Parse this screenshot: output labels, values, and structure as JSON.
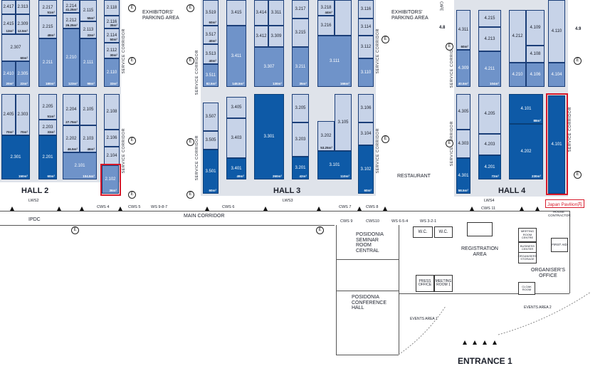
{
  "halls": {
    "hall2": "HALL 2",
    "hall3": "HALL 3",
    "hall4": "HALL 4"
  },
  "labels": {
    "parking_left": "EXHIBITORS' PARKING AREA",
    "parking_right": "EXHIBITORS' PARKING AREA",
    "service_corridor": "SERVICE CORRIDOR",
    "main_corridor": "MAIN CORRIDOR",
    "ipdc": "IPDC",
    "restaurant": "RESTAURANT",
    "seminar_room": "POSIDONIA SEMINAR ROOM CENTRAL",
    "conference_hall": "POSIDONIA CONFERENCE HALL",
    "registration": "REGISTRATION AREA",
    "organisers_office": "ORGANISER'S OFFICE",
    "press_office": "PRESS OFFICE",
    "meeting_room": "MEETING ROOM 1",
    "events_area_1": "EVENTS AREA 1",
    "events_area_2": "EVENTS AREA 2",
    "entrance": "ENTRANCE 1",
    "wc": "W.C.",
    "first_aid": "FIRST AID",
    "house_contractor": "HOUSE CONTRACTOR",
    "meeting_room_center": "MEETING ROOM CENTRE",
    "business_center": "BUSINESS CENTER",
    "organisers_storage": "ORGANISERS STORAGE",
    "cloak_room": "CLOAK ROOM",
    "cafe": "CAFE",
    "emergency": "E",
    "door_48": "4.8",
    "door_49": "4.9"
  },
  "cws": [
    "CWS 4",
    "CWS 5",
    "WS 9-8-7",
    "CWS 6",
    "LWS2",
    "LWS3",
    "CWS 7",
    "CWS 8",
    "CWS 9",
    "CWS10",
    "WS 6-5-4",
    "WS 3-2-1",
    "LWS4",
    "CWS 11"
  ],
  "annotation": {
    "text": "Japan Pavilion内"
  },
  "booths": [
    {
      "id": "2.417",
      "area": ""
    },
    {
      "id": "2.313",
      "area": ""
    },
    {
      "id": "2.415",
      "area": "13m²"
    },
    {
      "id": "2.309",
      "area": "12.5m²"
    },
    {
      "id": "2.307",
      "area": "60m²"
    },
    {
      "id": "2.410",
      "area": "20m²"
    },
    {
      "id": "2.305",
      "area": "22m²"
    },
    {
      "id": "2.217",
      "area": "51m²"
    },
    {
      "id": "2.215",
      "area": "48m²"
    },
    {
      "id": "2.211",
      "area": "180m²"
    },
    {
      "id": "2.214",
      "area": "41.25m²"
    },
    {
      "id": "2.212",
      "area": "26.25m²"
    },
    {
      "id": "2.210",
      "area": "123m²"
    },
    {
      "id": "2.115",
      "area": "55m²"
    },
    {
      "id": "2.113",
      "area": "33m²"
    },
    {
      "id": "2.111",
      "area": "98m²"
    },
    {
      "id": "2.118",
      "area": ""
    },
    {
      "id": "2.116",
      "area": "35m²"
    },
    {
      "id": "2.114",
      "area": "50m²"
    },
    {
      "id": "2.112",
      "area": "30m²"
    },
    {
      "id": "2.110",
      "area": "33m²"
    },
    {
      "id": "2.405",
      "area": "70m²"
    },
    {
      "id": "2.303",
      "area": "70m²"
    },
    {
      "id": "2.301",
      "area": "150m²"
    },
    {
      "id": "2.205",
      "area": "51m²"
    },
    {
      "id": "2.203",
      "area": "33m²"
    },
    {
      "id": "2.201",
      "area": "60m²"
    },
    {
      "id": "2.204",
      "area": "27.75m²"
    },
    {
      "id": "2.202",
      "area": "46.5m²"
    },
    {
      "id": "2.105",
      "area": ""
    },
    {
      "id": "2.103",
      "area": "46m²"
    },
    {
      "id": "2.101",
      "area": "104.5m²"
    },
    {
      "id": "2.108",
      "area": ""
    },
    {
      "id": "2.106",
      "area": ""
    },
    {
      "id": "2.104",
      "area": ""
    },
    {
      "id": "2.102",
      "area": "36m²"
    },
    {
      "id": "3.519",
      "area": "60m²"
    },
    {
      "id": "3.517",
      "area": "40m²"
    },
    {
      "id": "3.513",
      "area": "40m²"
    },
    {
      "id": "3.511",
      "area": "82.5m²"
    },
    {
      "id": "3.415",
      "area": ""
    },
    {
      "id": "3.411",
      "area": "148.5m²"
    },
    {
      "id": "3.414",
      "area": ""
    },
    {
      "id": "3.311",
      "area": ""
    },
    {
      "id": "3.412",
      "area": ""
    },
    {
      "id": "3.309",
      "area": ""
    },
    {
      "id": "3.307",
      "area": "130m²"
    },
    {
      "id": "3.217",
      "area": ""
    },
    {
      "id": "3.215",
      "area": ""
    },
    {
      "id": "3.211",
      "area": "35m²"
    },
    {
      "id": "3.218",
      "area": "44m²"
    },
    {
      "id": "3.216",
      "area": ""
    },
    {
      "id": "3.111",
      "area": "166m²"
    },
    {
      "id": "3.116",
      "area": ""
    },
    {
      "id": "3.114",
      "area": ""
    },
    {
      "id": "3.112",
      "area": ""
    },
    {
      "id": "3.110",
      "area": ""
    },
    {
      "id": "3.507",
      "area": ""
    },
    {
      "id": "3.505",
      "area": ""
    },
    {
      "id": "3.501",
      "area": "60m²"
    },
    {
      "id": "3.405",
      "area": ""
    },
    {
      "id": "3.403",
      "area": ""
    },
    {
      "id": "3.401",
      "area": "49m²"
    },
    {
      "id": "3.301",
      "area": "260m²"
    },
    {
      "id": "3.205",
      "area": ""
    },
    {
      "id": "3.203",
      "area": ""
    },
    {
      "id": "3.201",
      "area": "42m²"
    },
    {
      "id": "3.105",
      "area": ""
    },
    {
      "id": "3.202",
      "area": "53.25m²"
    },
    {
      "id": "3.101",
      "area": "110m²"
    },
    {
      "id": "3.106",
      "area": ""
    },
    {
      "id": "3.104",
      "area": ""
    },
    {
      "id": "3.102",
      "area": "60m²"
    },
    {
      "id": "4.311",
      "area": "60m²"
    },
    {
      "id": "4.309",
      "area": "40.5m²"
    },
    {
      "id": "4.215",
      "area": ""
    },
    {
      "id": "4.213",
      "area": ""
    },
    {
      "id": "4.211",
      "area": "104m²"
    },
    {
      "id": "4.212",
      "area": ""
    },
    {
      "id": "4.210",
      "area": ""
    },
    {
      "id": "4.109",
      "area": ""
    },
    {
      "id": "4.108",
      "area": ""
    },
    {
      "id": "4.106",
      "area": ""
    },
    {
      "id": "4.104",
      "area": ""
    },
    {
      "id": "4.110",
      "area": ""
    },
    {
      "id": "4.305",
      "area": ""
    },
    {
      "id": "4.303",
      "area": ""
    },
    {
      "id": "4.301",
      "area": "58.5m²"
    },
    {
      "id": "4.205",
      "area": ""
    },
    {
      "id": "4.203",
      "area": ""
    },
    {
      "id": "4.201",
      "area": "72m²"
    },
    {
      "id": "4.101",
      "area": "88m²"
    },
    {
      "id": "4.202",
      "area": "230m²"
    },
    {
      "id": "4.101b",
      "area": ""
    }
  ]
}
